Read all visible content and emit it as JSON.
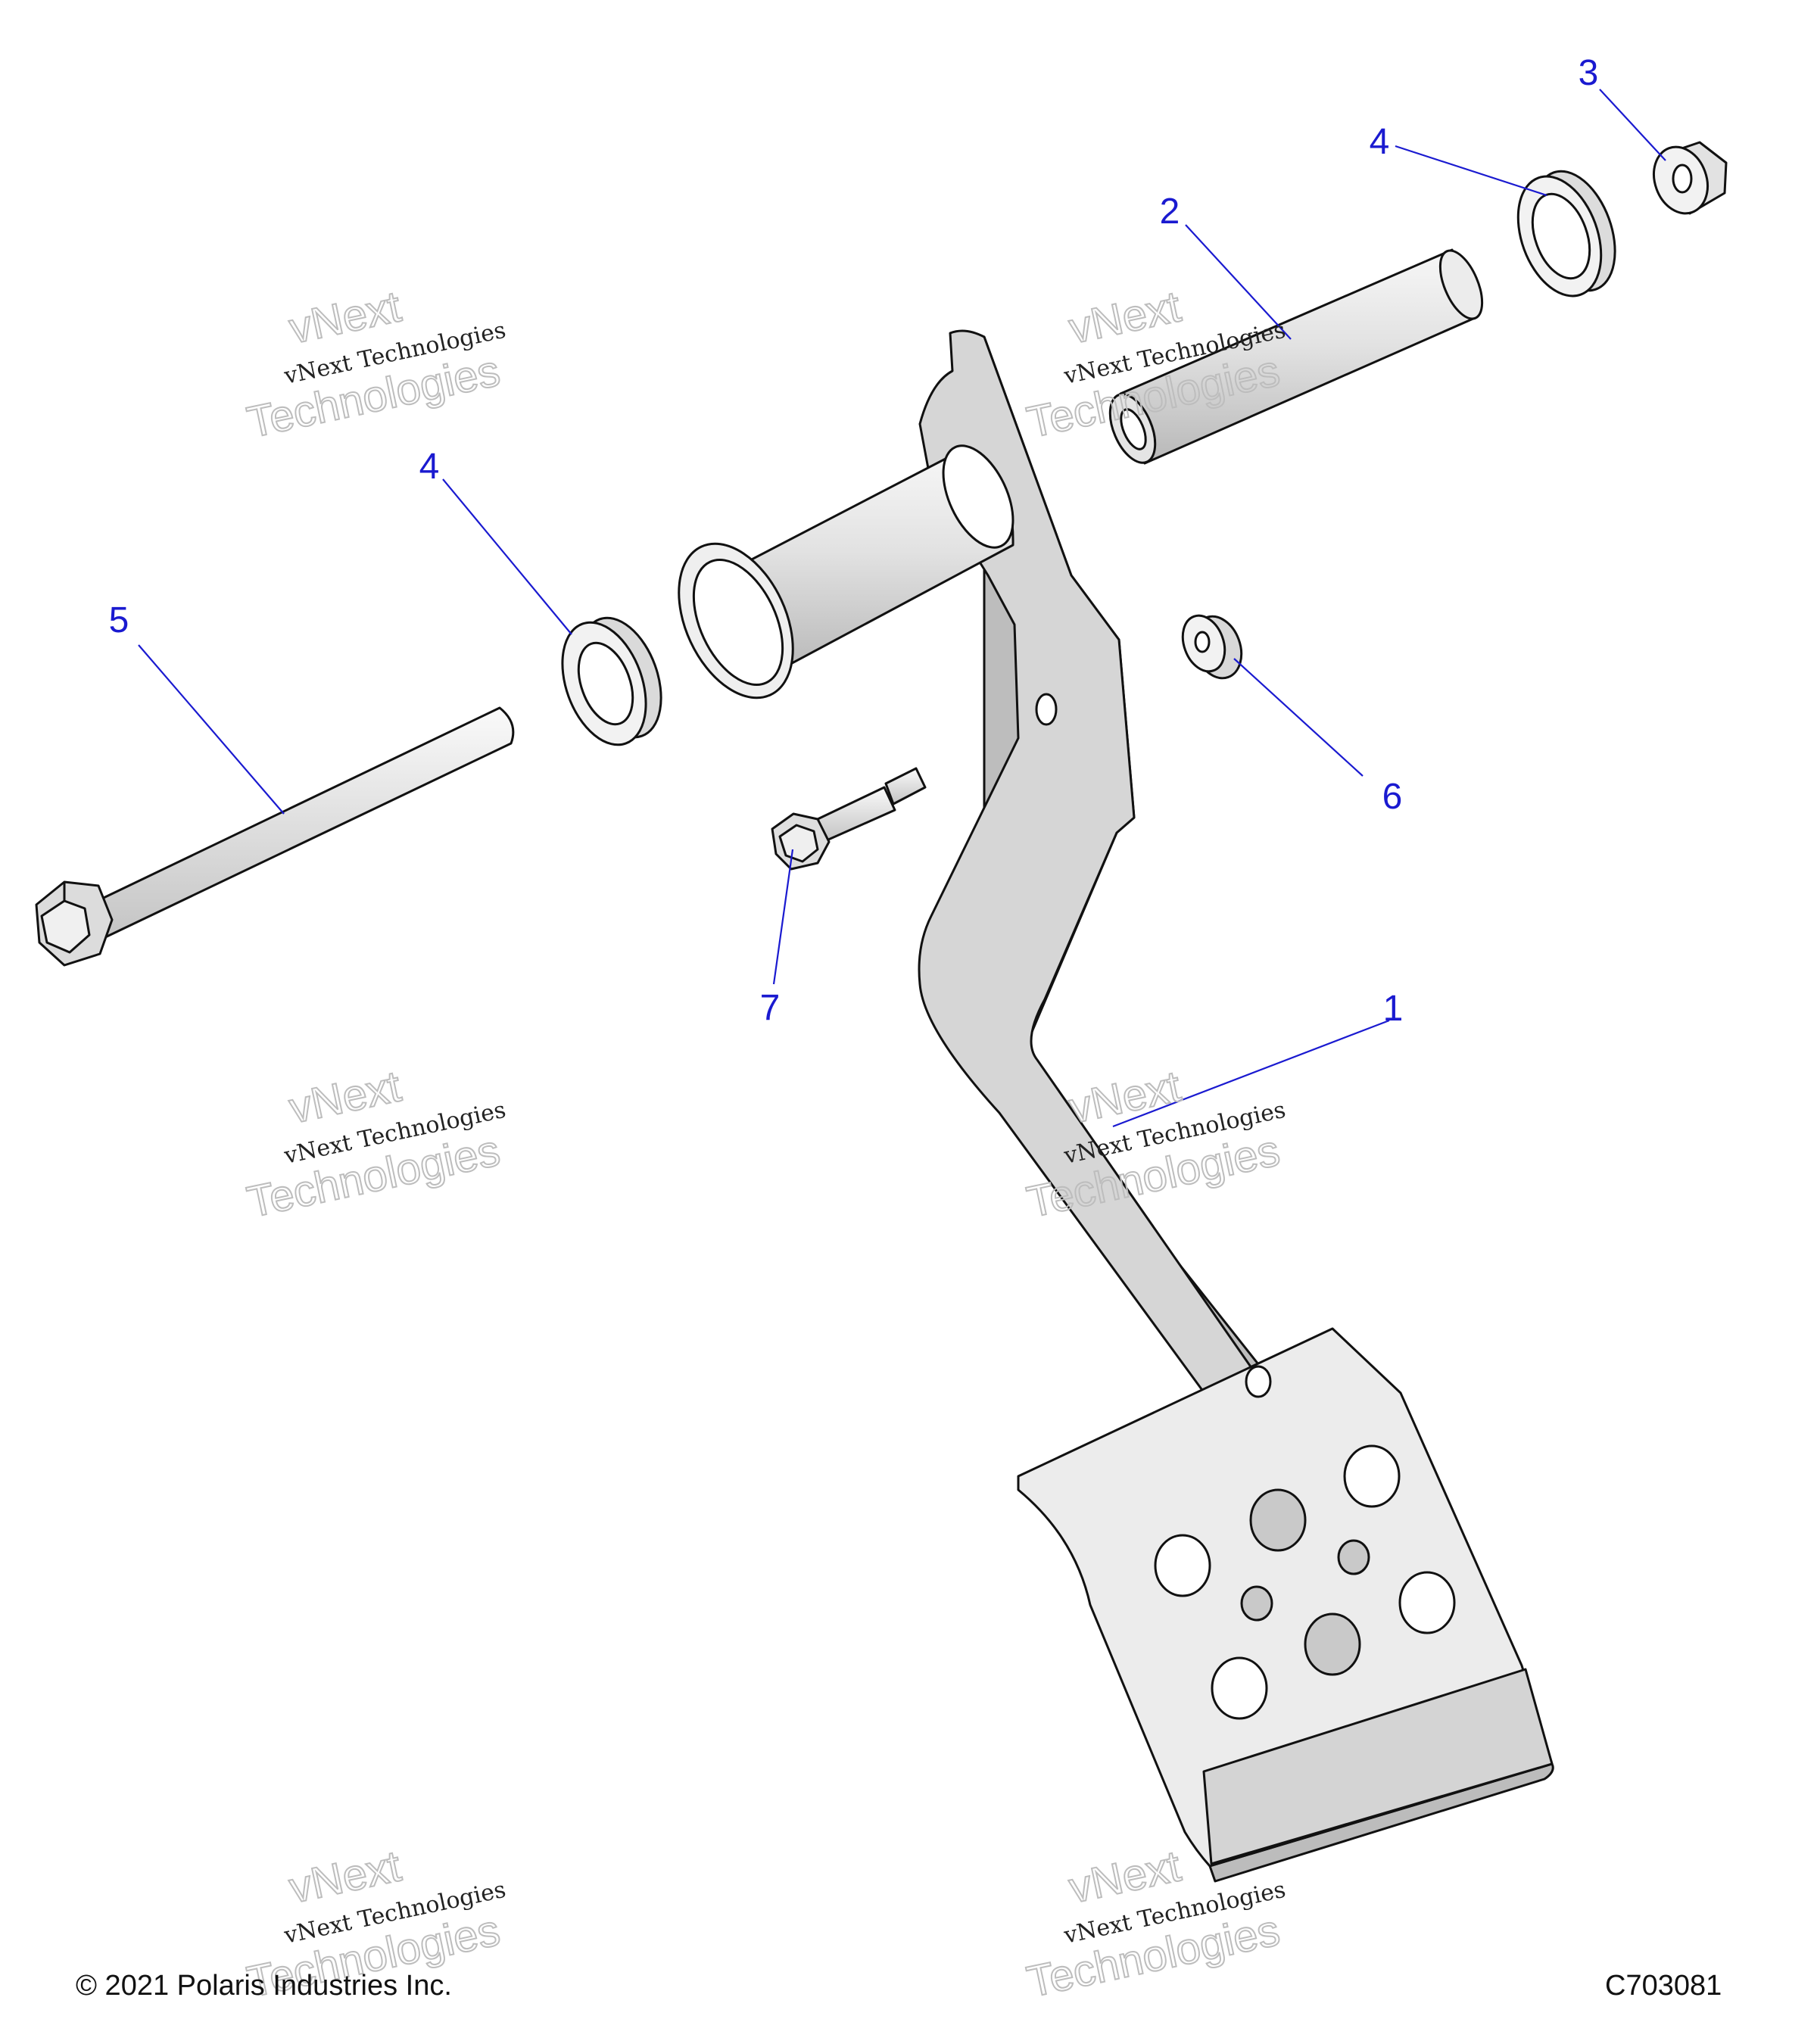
{
  "callouts": [
    {
      "id": "c1",
      "label": "1"
    },
    {
      "id": "c2",
      "label": "2"
    },
    {
      "id": "c3",
      "label": "3"
    },
    {
      "id": "c4a",
      "label": "4"
    },
    {
      "id": "c4b",
      "label": "4"
    },
    {
      "id": "c5",
      "label": "5"
    },
    {
      "id": "c6",
      "label": "6"
    },
    {
      "id": "c7",
      "label": "7"
    }
  ],
  "watermark": {
    "line1": "vNext",
    "line2": "vNext Technologies",
    "line3": "Technologies"
  },
  "footer": {
    "copyright": "© 2021 Polaris Industries Inc.",
    "figure_id": "C703081"
  },
  "colors": {
    "callout": "#1a1ad0",
    "part_fill": "#d9d9d9",
    "outline": "#111111"
  }
}
